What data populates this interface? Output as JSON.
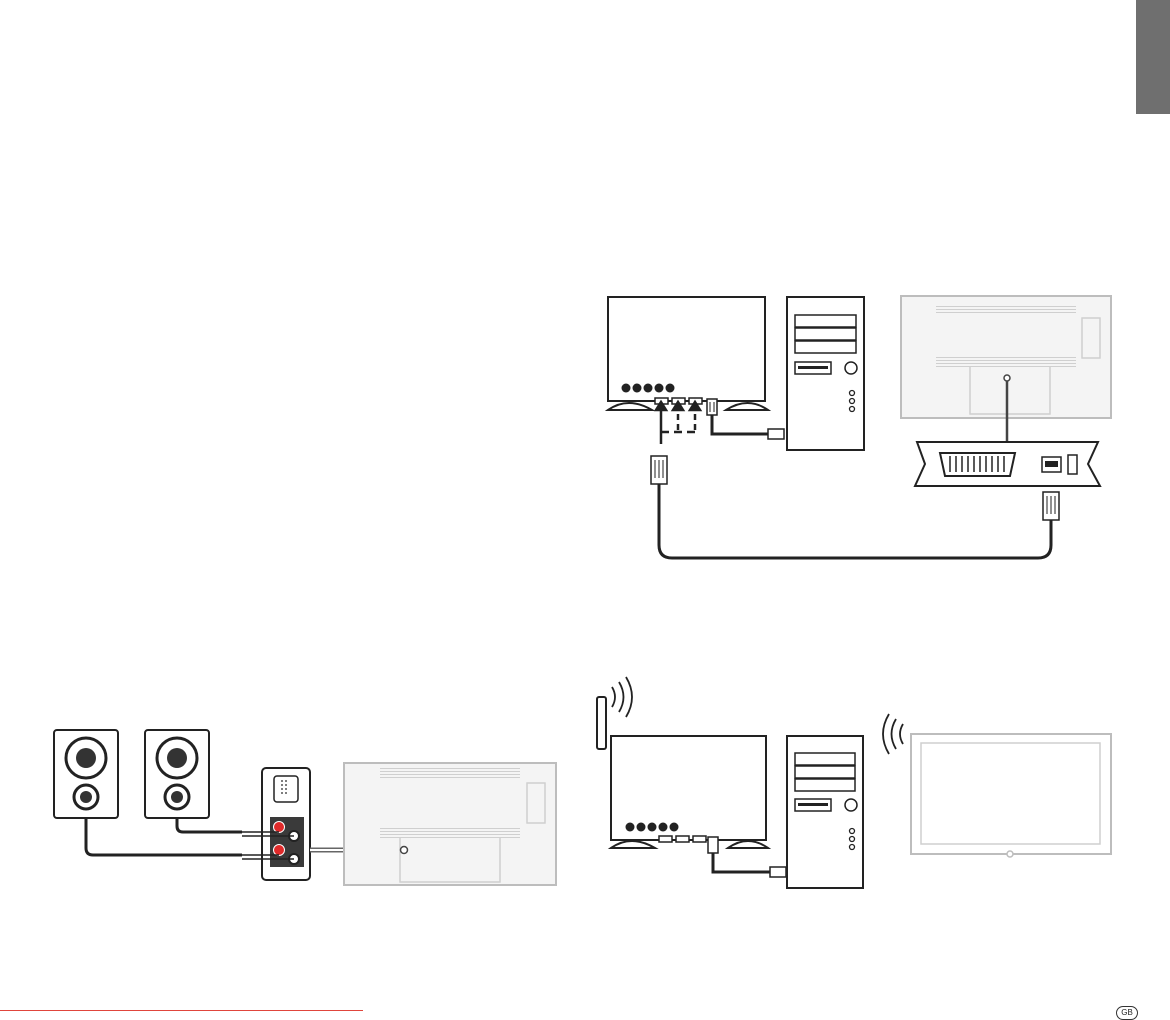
{
  "page": {
    "country_badge": "GB",
    "tab_color": "#6f6f6f",
    "rule_color": "#e0453c"
  },
  "diagrams": {
    "wired_network": {
      "router_ports": 5
    },
    "wireless_network": {
      "router_ports": 5
    },
    "audio_output": {
      "speakers": 2
    }
  },
  "icons": [
    "router-icon",
    "computer-tower-icon",
    "tv-back-icon",
    "scart-adapter-icon",
    "rj45-plug-icon",
    "speaker-icon",
    "wifi-antenna-icon",
    "wifi-waves-icon",
    "tv-front-icon"
  ]
}
